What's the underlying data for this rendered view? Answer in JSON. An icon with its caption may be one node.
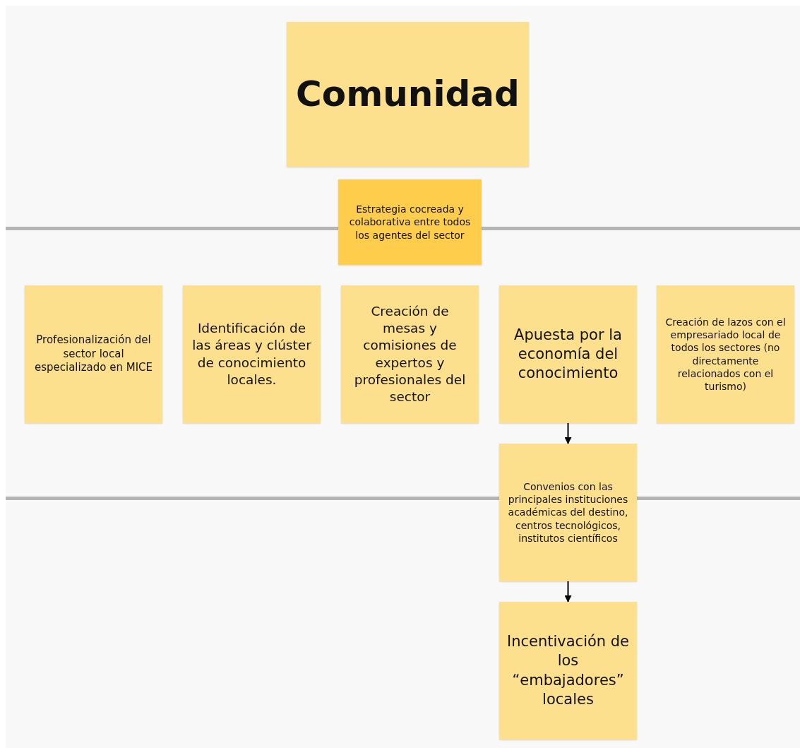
{
  "diagram": {
    "nodes": [
      {
        "text": [
          "Comunidad"
        ]
      },
      {
        "text": [
          "Estrategia cocreada y colaborativa entre todos los agentes del sector"
        ]
      },
      {
        "text": [
          "Profesionalización del sector local especializado en MICE"
        ]
      },
      {
        "text": [
          "Identificación de las áreas y clúster de conocimiento locales."
        ]
      },
      {
        "text": [
          "Creación de mesas y comisiones de expertos y profesionales del sector"
        ]
      },
      {
        "text": [
          "Apuesta por la economía del conocimiento"
        ]
      },
      {
        "text": [
          "Creación de lazos con el empresariado local de todos los sectores (no directamente relacionados con el turismo)"
        ]
      },
      {
        "text": [
          "Convenios con las principales instituciones académicas del destino, centros tecnológicos, institutos científicos"
        ]
      },
      {
        "text": [
          "Incentivación de los “embajadores” locales"
        ]
      }
    ],
    "edges": [
      {
        "from": 5,
        "to": 7,
        "arrow": "to"
      },
      {
        "from": 7,
        "to": 8,
        "arrow": "to"
      }
    ]
  }
}
